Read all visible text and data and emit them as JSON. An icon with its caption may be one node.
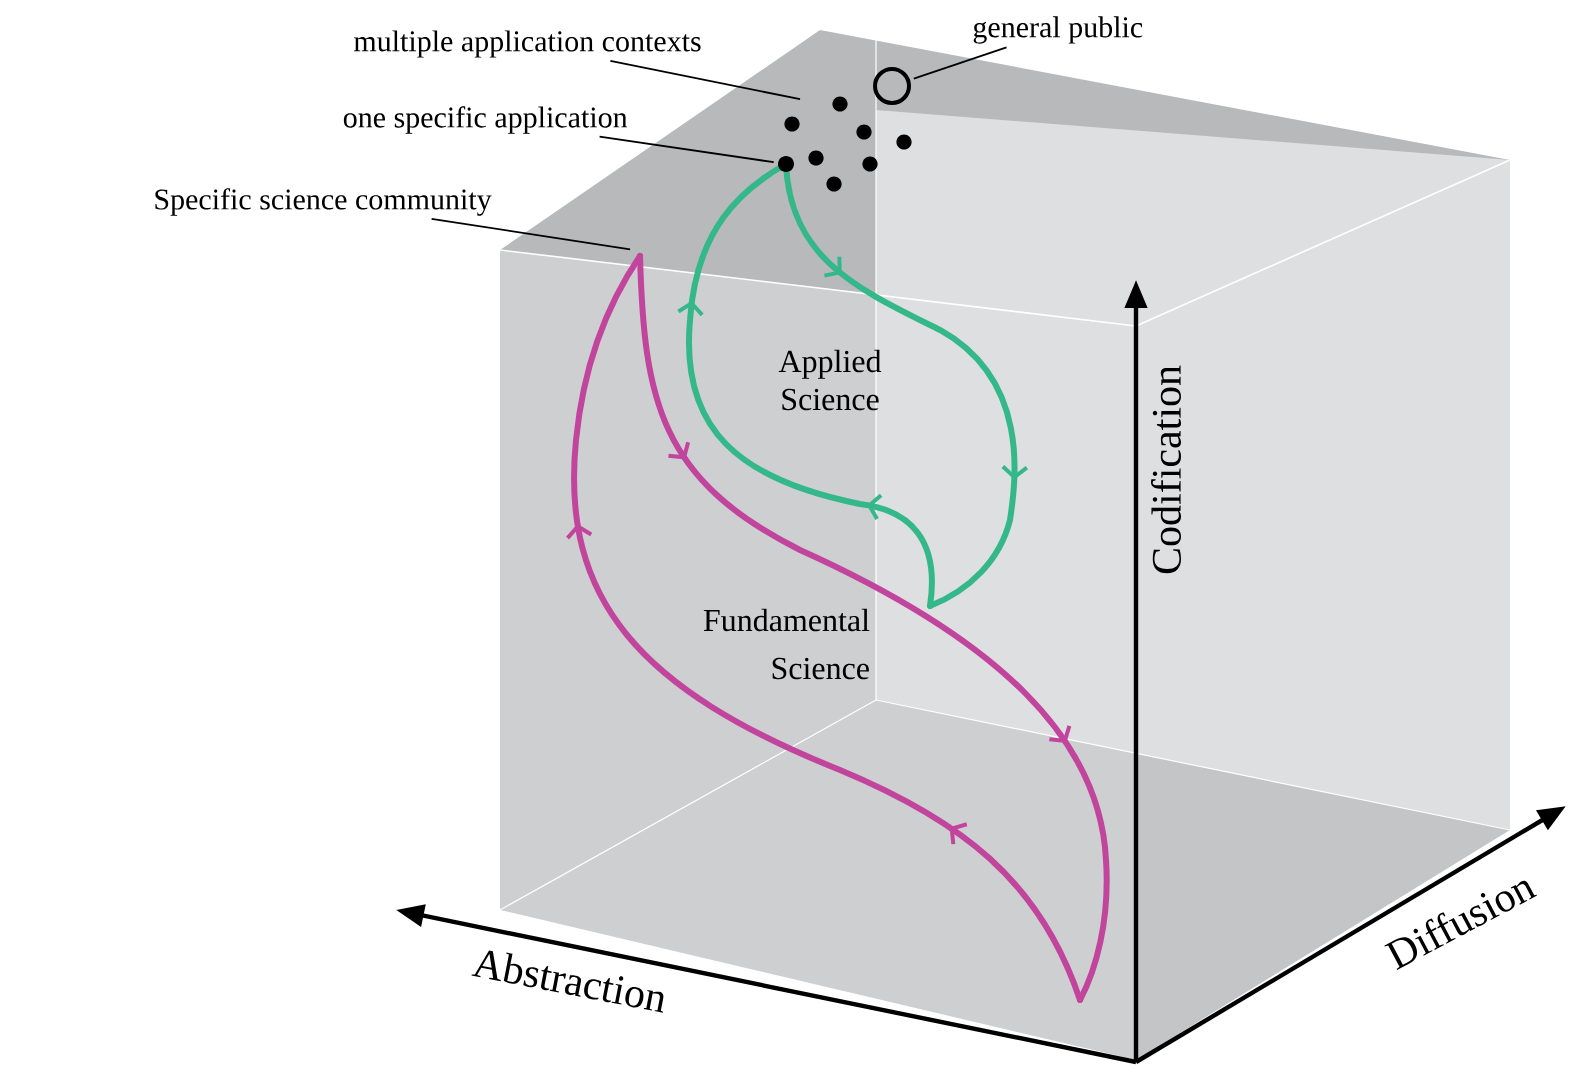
{
  "diagram": {
    "nodes": [
      {
        "text": [
          "multiple application contexts"
        ]
      },
      {
        "text": [
          "general public"
        ]
      },
      {
        "text": [
          "one specific application"
        ]
      },
      {
        "text": [
          "Specific science community"
        ]
      },
      {
        "text": [],
        "shape": "circle"
      },
      {
        "text": [],
        "shape": "circle"
      }
    ],
    "edges": [
      {
        "from": 0,
        "to": null,
        "arrow": "none"
      },
      {
        "from": 1,
        "to": 4,
        "arrow": "none"
      },
      {
        "from": 2,
        "to": 5,
        "arrow": "none"
      },
      {
        "from": 3,
        "to": null,
        "arrow": "none"
      }
    ],
    "labels": [
      "Applied Science",
      "Fundamental Science",
      "Codification",
      "Abstraction",
      "Diffusion"
    ]
  }
}
